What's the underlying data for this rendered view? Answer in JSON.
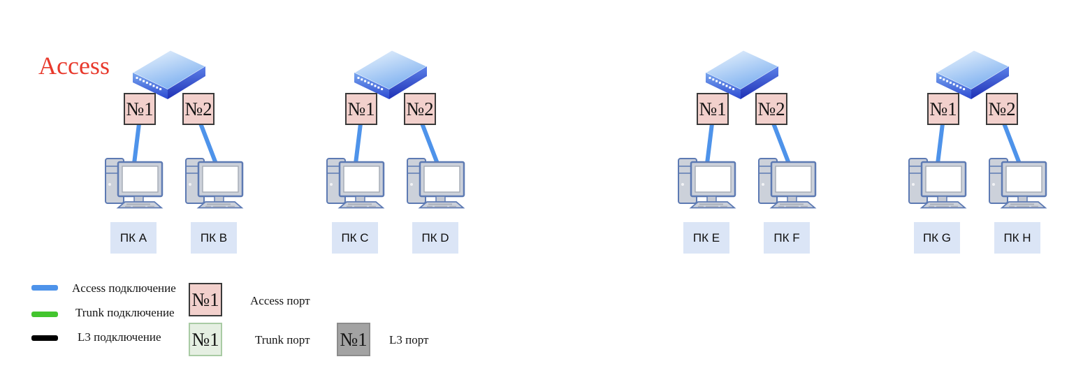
{
  "title": {
    "label": "Access"
  },
  "colors": {
    "title_red": "#e8392c",
    "access_link": "#4e93ea",
    "pc_label_bg": "#dbe5f6"
  },
  "groups": [
    {
      "ports": [
        "№1",
        "№2"
      ],
      "pcs": [
        "ПК A",
        "ПК B"
      ]
    },
    {
      "ports": [
        "№1",
        "№2"
      ],
      "pcs": [
        "ПК C",
        "ПК D"
      ]
    },
    {
      "ports": [
        "№1",
        "№2"
      ],
      "pcs": [
        "ПК E",
        "ПК F"
      ]
    },
    {
      "ports": [
        "№1",
        "№2"
      ],
      "pcs": [
        "ПК G",
        "ПК H"
      ]
    }
  ],
  "legend": {
    "connections": [
      {
        "label": "Access подключение",
        "color": "#4e93ea"
      },
      {
        "label": "Trunk подключение",
        "color": "#43c52e"
      },
      {
        "label": "L3 подключение",
        "color": "#000000"
      }
    ],
    "port_types": [
      {
        "label": "№1",
        "desc": "Access порт",
        "fill": "#f2d0cc",
        "border": "#3a3a3a"
      },
      {
        "label": "№1",
        "desc": "Trunk порт",
        "fill": "#e5efe2",
        "border": "#a9cba4"
      },
      {
        "label": "№1",
        "desc": "L3 порт",
        "fill": "#a3a3a3",
        "border": "#8c8c8c"
      }
    ]
  }
}
